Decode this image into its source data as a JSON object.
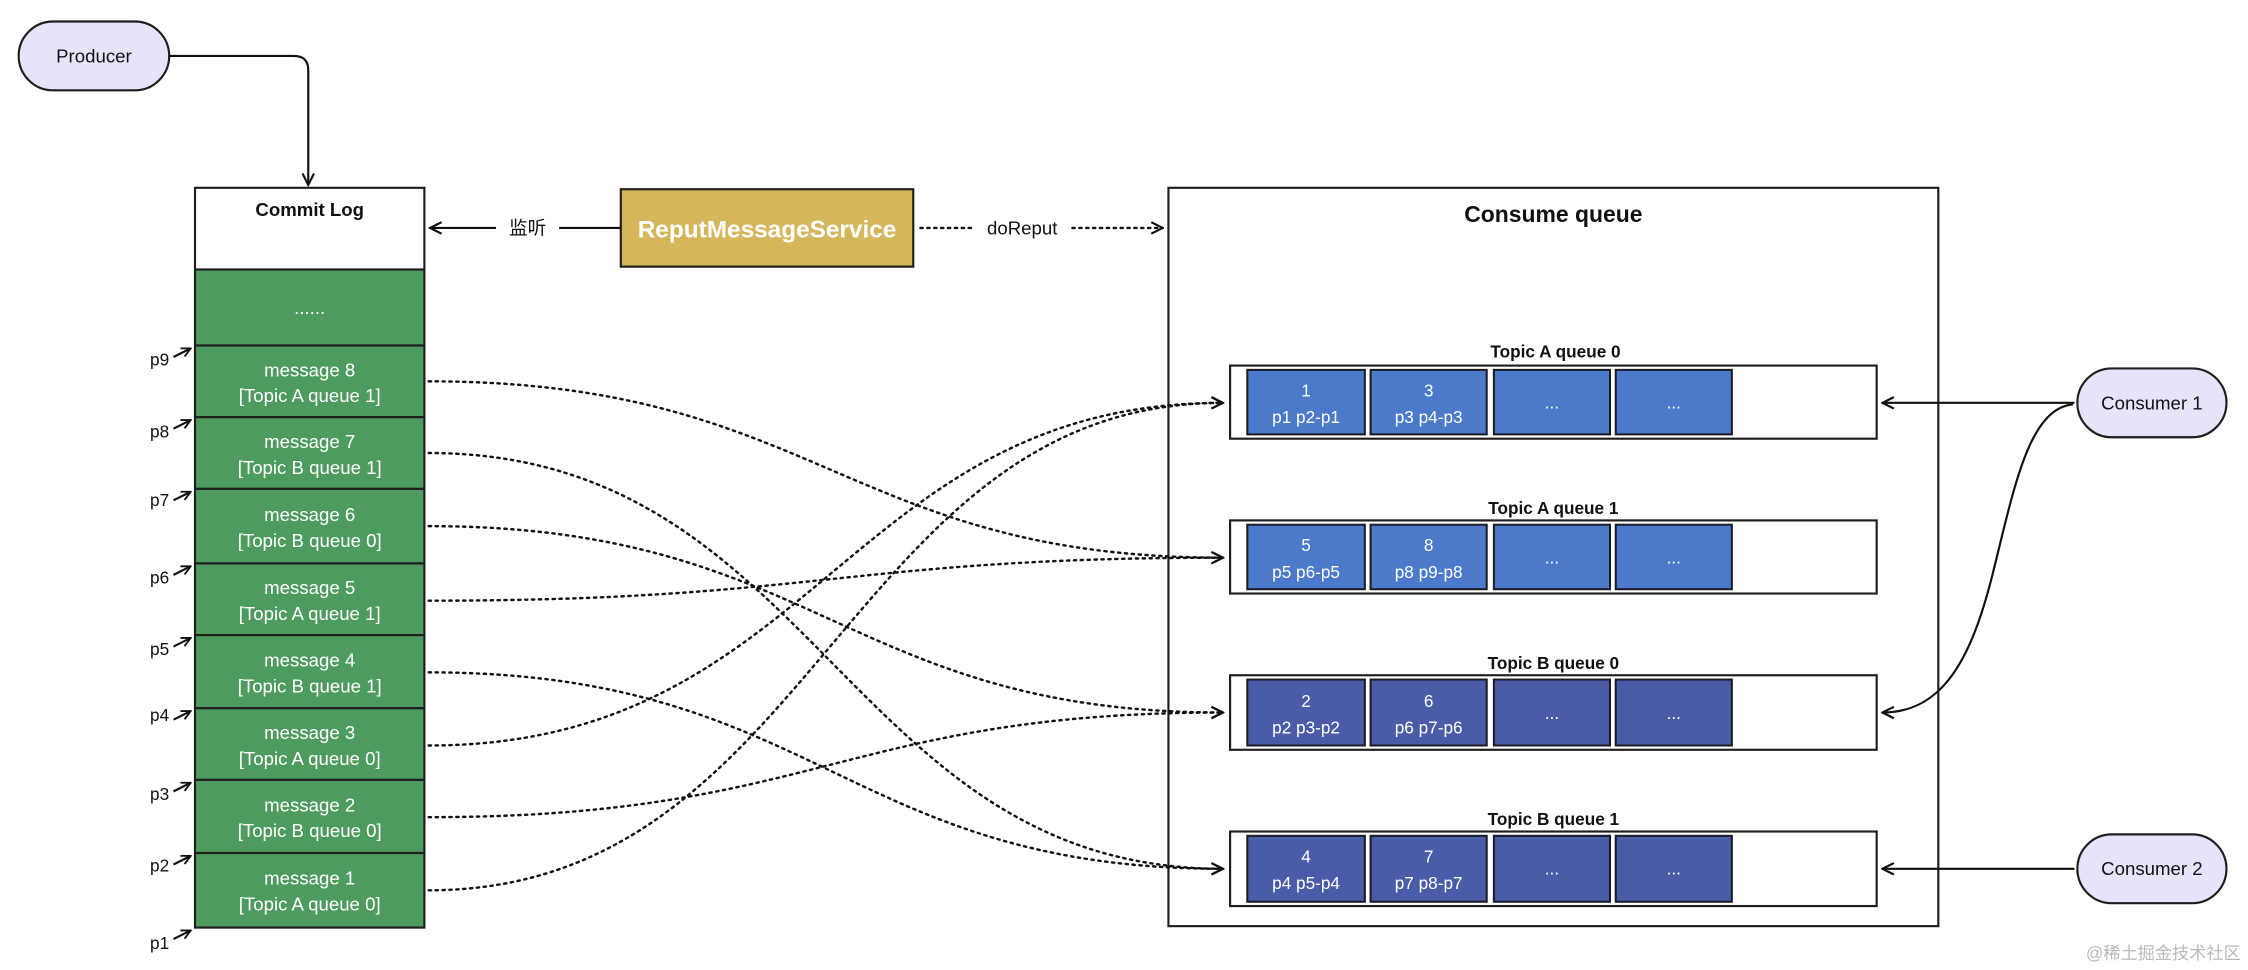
{
  "producer": {
    "label": "Producer"
  },
  "commit_log": {
    "title": "Commit Log",
    "ellipsis": "......",
    "messages": [
      {
        "name": "message 8",
        "queue": "[Topic A queue 1]"
      },
      {
        "name": "message 7",
        "queue": "[Topic B queue 1]"
      },
      {
        "name": "message 6",
        "queue": "[Topic B queue 0]"
      },
      {
        "name": "message 5",
        "queue": "[Topic A queue 1]"
      },
      {
        "name": "message 4",
        "queue": "[Topic B queue 1]"
      },
      {
        "name": "message 3",
        "queue": "[Topic A queue 0]"
      },
      {
        "name": "message 2",
        "queue": "[Topic B queue 0]"
      },
      {
        "name": "message 1",
        "queue": "[Topic A queue 0]"
      }
    ],
    "pointers": [
      "p9",
      "p8",
      "p7",
      "p6",
      "p5",
      "p4",
      "p3",
      "p2",
      "p1"
    ]
  },
  "listen_label": "监听",
  "reput_service": {
    "label": "ReputMessageService"
  },
  "do_reput_label": "doReput",
  "consume_queue": {
    "title": "Consume queue",
    "queues": [
      {
        "name": "Topic A queue 0",
        "cells": [
          {
            "index": "1",
            "range": "p1 p2-p1"
          },
          {
            "index": "3",
            "range": "p3 p4-p3"
          },
          {
            "index": "..."
          },
          {
            "index": "..."
          }
        ]
      },
      {
        "name": "Topic A queue 1",
        "cells": [
          {
            "index": "5",
            "range": "p5 p6-p5"
          },
          {
            "index": "8",
            "range": "p8 p9-p8"
          },
          {
            "index": "..."
          },
          {
            "index": "..."
          }
        ]
      },
      {
        "name": "Topic B queue 0",
        "cells": [
          {
            "index": "2",
            "range": "p2 p3-p2"
          },
          {
            "index": "6",
            "range": "p6 p7-p6"
          },
          {
            "index": "..."
          },
          {
            "index": "..."
          }
        ]
      },
      {
        "name": "Topic B queue 1",
        "cells": [
          {
            "index": "4",
            "range": "p4 p5-p4"
          },
          {
            "index": "7",
            "range": "p7 p8-p7"
          },
          {
            "index": "..."
          },
          {
            "index": "..."
          }
        ]
      }
    ]
  },
  "consumers": [
    "Consumer 1",
    "Consumer 2"
  ],
  "watermark": "@稀土掘金技术社区",
  "colors": {
    "pill_fill": "#E6E3FA",
    "reput_fill": "#D4B65B",
    "commit_log_cell": "#4E9B5F",
    "topic_a_cell": "#4A7AC9",
    "topic_b_cell": "#4A5BA7"
  }
}
